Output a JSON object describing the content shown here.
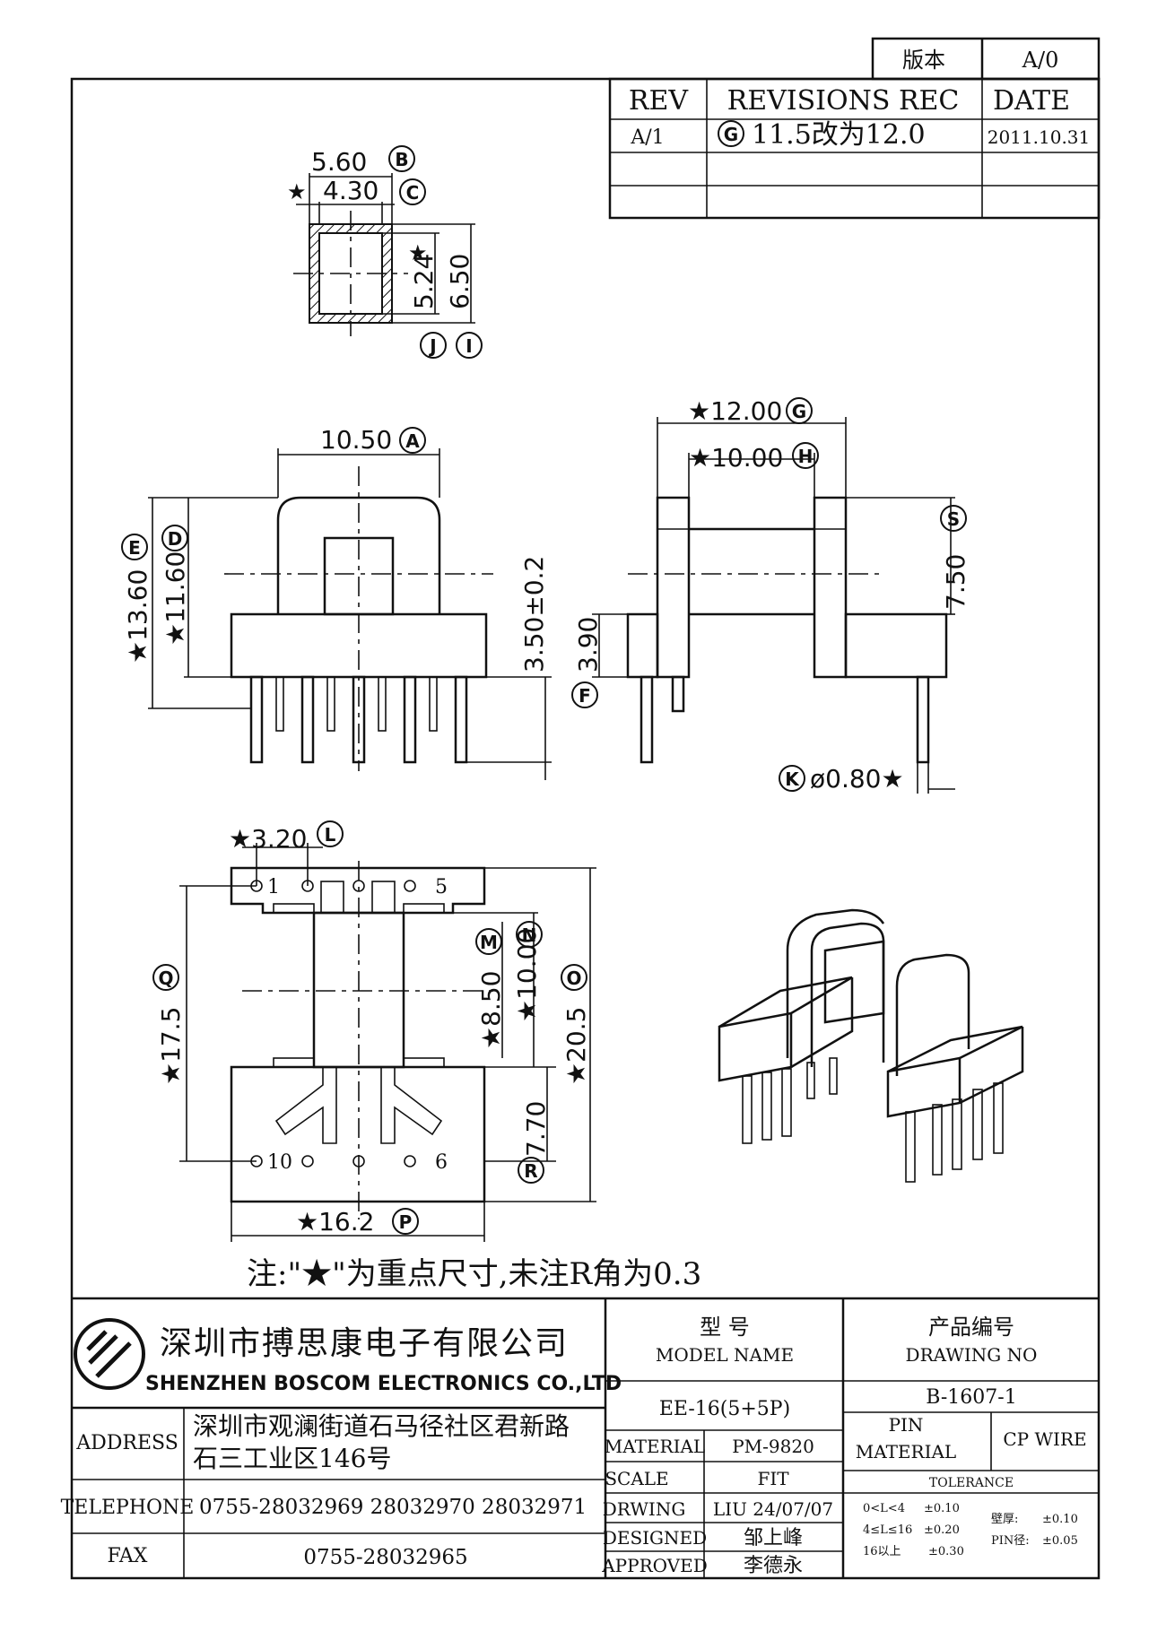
{
  "version": {
    "label": "版本",
    "value": "A/0"
  },
  "revisions": {
    "headers": [
      "REV",
      "REVISIONS REC",
      "DATE"
    ],
    "rows": [
      {
        "rev": "A/1",
        "marker": "G",
        "text": "11.5改为12.0",
        "date": "2011.10.31"
      }
    ]
  },
  "dimensions": {
    "d560": "5.60",
    "d430": "4.30",
    "d524": "5.24",
    "d650": "6.50",
    "d1050": "10.50",
    "d1360": "★13.60",
    "d1160": "★11.60",
    "d350": "3.50±0.2",
    "d1200": "★12.00",
    "d1000h": "★10.00",
    "d750": "7.50",
    "d390": "3.90",
    "d080": "ø0.80★",
    "d320": "★3.20",
    "d175": "★17.5",
    "d850": "★8.50",
    "d1000": "★10.00",
    "d205": "★20.5",
    "d770": "7.70",
    "d162": "★16.2"
  },
  "markers": {
    "A": "A",
    "B": "B",
    "C": "C",
    "D": "D",
    "E": "E",
    "F": "F",
    "G": "G",
    "H": "H",
    "I": "I",
    "J": "J",
    "K": "K",
    "L": "L",
    "M": "M",
    "N": "N",
    "O": "O",
    "P": "P",
    "Q": "Q",
    "R": "R",
    "S": "S"
  },
  "star_mark": "★",
  "pins": {
    "p1": "1",
    "p5": "5",
    "p10": "10",
    "p6": "6"
  },
  "note": "注:\"★\"为重点尺寸,未注R角为0.3",
  "company": {
    "name_cn": "深圳市搏思康电子有限公司",
    "name_en": "SHENZHEN BOSCOM ELECTRONICS CO.,LTD",
    "address_label": "ADDRESS",
    "address_line1": "深圳市观澜街道石马径社区君新路",
    "address_line2": "石三工业区146号",
    "telephone_label": "TELEPHONE",
    "telephone": "0755-28032969 28032970 28032971",
    "fax_label": "FAX",
    "fax": "0755-28032965"
  },
  "title_block": {
    "model_cn": "型 号",
    "model_en": "MODEL NAME",
    "model_value": "EE-16(5+5P)",
    "drawing_cn": "产品编号",
    "drawing_en": "DRAWING NO",
    "drawing_value": "B-1607-1",
    "material_label": "MATERIAL",
    "material_value": "PM-9820",
    "pin_material_label1": "PIN",
    "pin_material_label2": "MATERIAL",
    "pin_material_value": "CP WIRE",
    "scale_label": "SCALE",
    "scale_value": "FIT",
    "drwing_label": "DRWING",
    "drwing_value": "LIU 24/07/07",
    "designed_label": "DESIGNED",
    "designed_value": "邹上峰",
    "approved_label": "APPROVED",
    "approved_value": "李德永",
    "tolerance_label": "TOLERANCE",
    "tol1_range": "0<L<4",
    "tol1_value": "±0.10",
    "tol2_range": "4≤L≤16",
    "tol2_value": "±0.20",
    "tol3_range": "16以上",
    "tol3_value": "±0.30",
    "wall_label": "壁厚:",
    "wall_value": "±0.10",
    "pin_dia_label": "PIN径:",
    "pin_dia_value": "±0.05"
  }
}
